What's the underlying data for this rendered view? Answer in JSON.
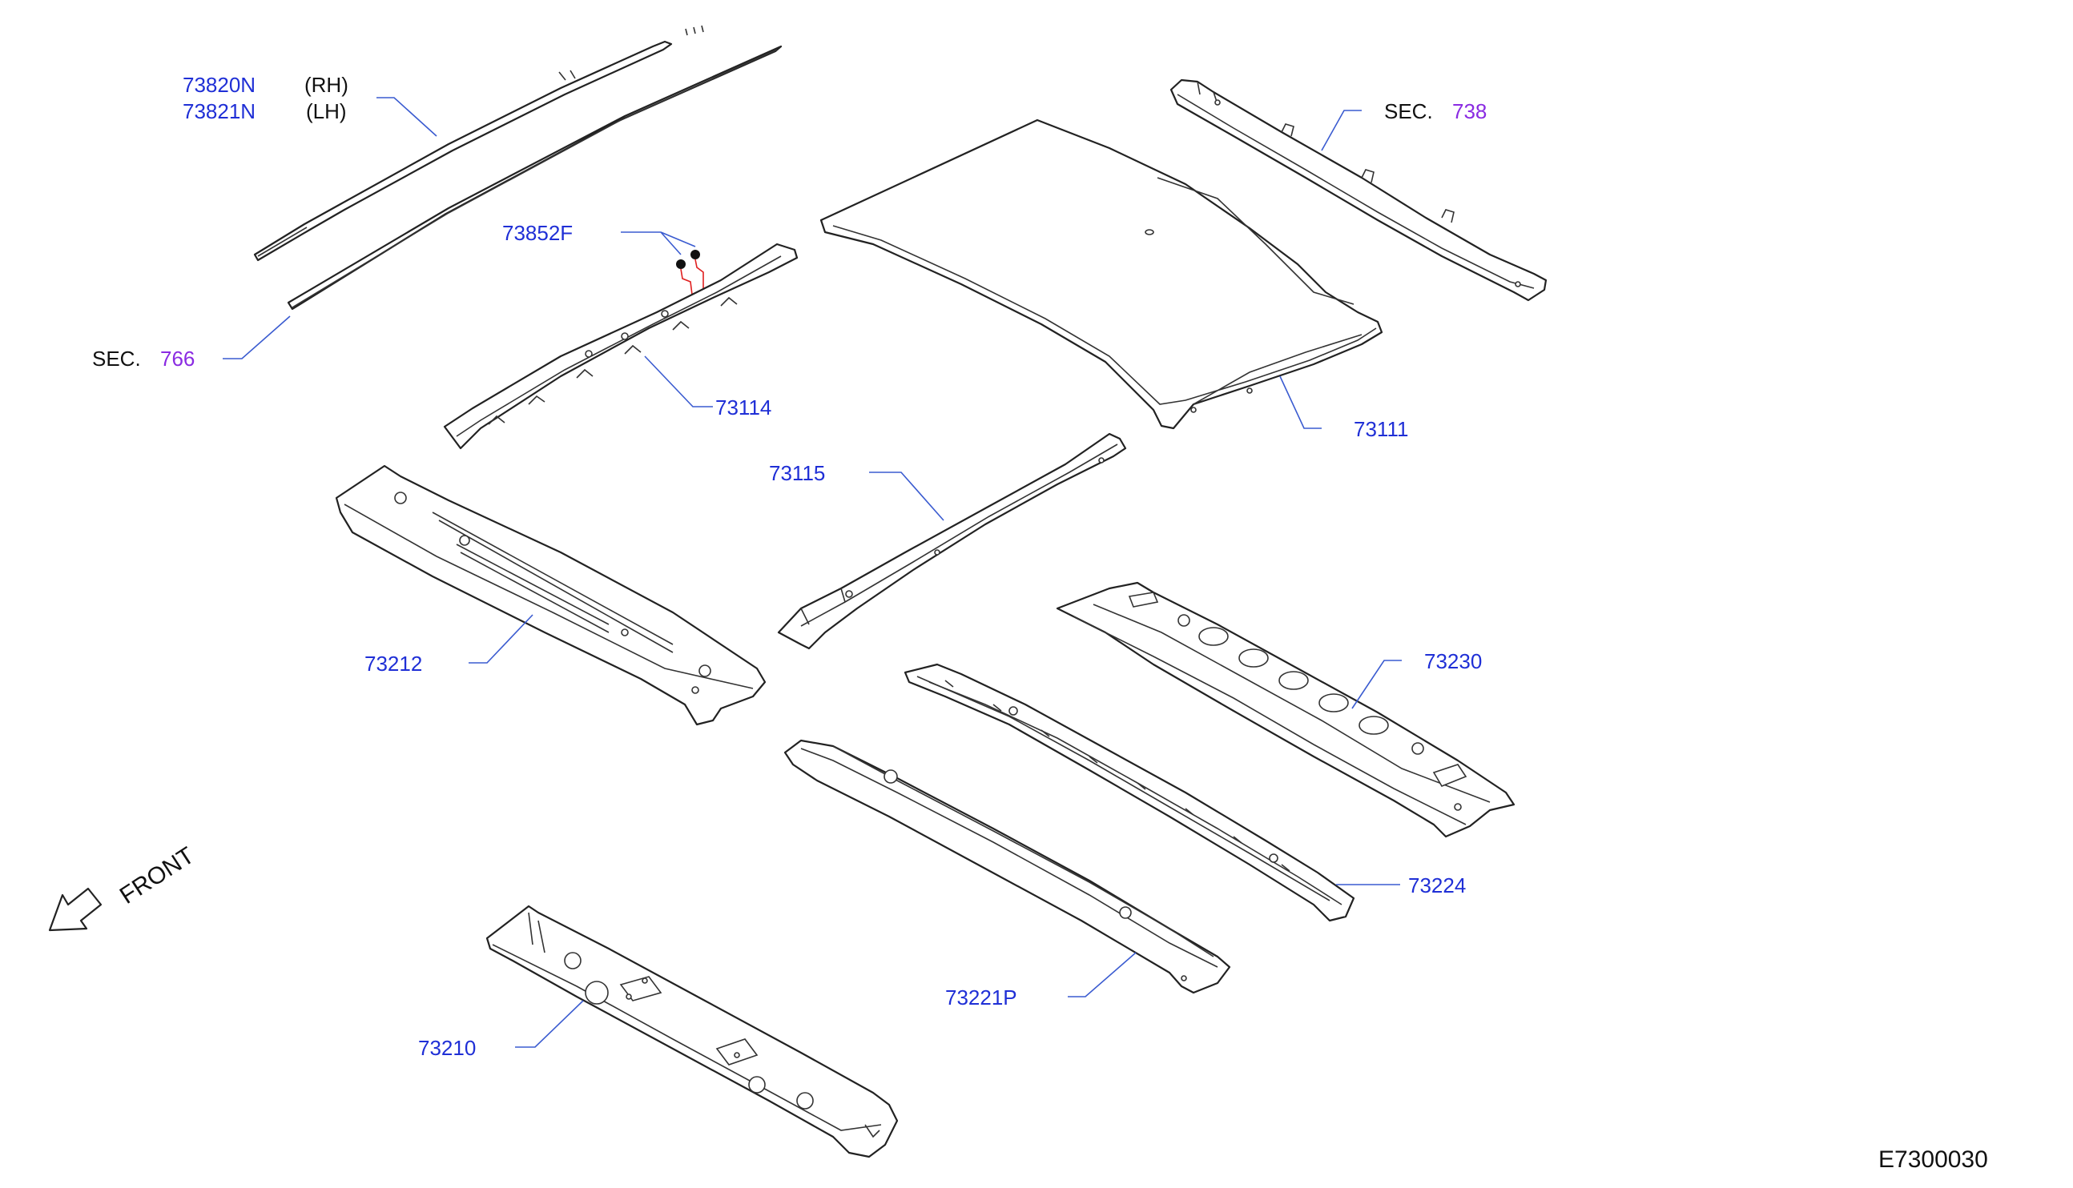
{
  "labels": {
    "p73820N": "73820N",
    "p73821N": "73821N",
    "rh": "(RH)",
    "lh": "(LH)",
    "p73852F": "73852F",
    "sec_word_766": "SEC.",
    "sec_766": "766",
    "sec_word_738": "SEC.",
    "sec_738": "738",
    "p73114": "73114",
    "p73111": "73111",
    "p73115": "73115",
    "p73212": "73212",
    "p73230": "73230",
    "p73224": "73224",
    "p73221P": "73221P",
    "p73210": "73210",
    "front": "FRONT",
    "drawing_id": "E7300030"
  },
  "colors": {
    "part_number": "#1f2fd6",
    "section_number": "#8a2be2",
    "leader_line": "#3a5bd0",
    "clip_leader": "#e02020"
  }
}
